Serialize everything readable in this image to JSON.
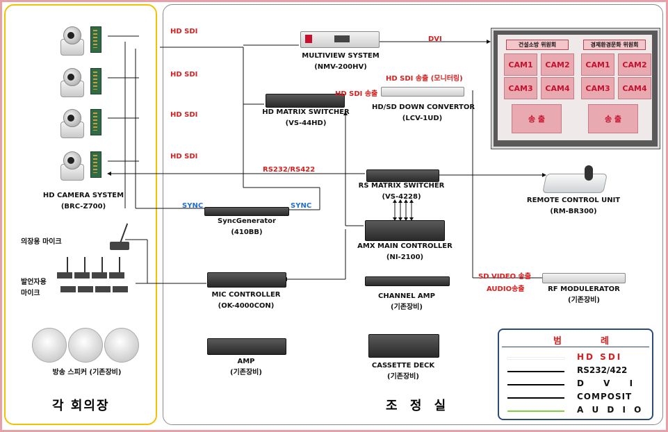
{
  "sections": {
    "left_title": "각 회의장",
    "right_title": "조 정 실"
  },
  "signals": {
    "hd_sdi_1": "HD SDI",
    "hd_sdi_2": "HD SDI",
    "hd_sdi_3": "HD SDI",
    "hd_sdi_4": "HD SDI",
    "dvi": "DVI",
    "hd_sdi_send_monitor": "HD SDI 송출 (모니터링)",
    "hd_sdi_send": "HD SDI 송출",
    "rs232": "RS232/RS422",
    "sync_left": "SYNC",
    "sync_right": "SYNC",
    "sd_video_send": "SD VIDEO 송출",
    "audio_send": "AUDIO송출"
  },
  "devices": {
    "camera": {
      "name": "HD CAMERA SYSTEM",
      "model": "(BRC-Z700)"
    },
    "multiview": {
      "name": "MULTIVIEW SYSTEM",
      "model": "(NMV-200HV)"
    },
    "matrix_hd": {
      "name": "HD MATRIX SWITCHER",
      "model": "(VS-44HD)"
    },
    "down_conv": {
      "name": "HD/SD DOWN CONVERTOR",
      "model": "(LCV-1UD)"
    },
    "rs_matrix": {
      "name": "RS MATRIX SWITCHER",
      "model": "(VS-4228)"
    },
    "remote": {
      "name": "REMOTE CONTROL UNIT",
      "model": "(RM-BR300)"
    },
    "sync_gen": {
      "name": "SyncGenerator",
      "model": "(410BB)"
    },
    "amx": {
      "name": "AMX MAIN CONTROLLER",
      "model": "(NI-2100)"
    },
    "mic_ctrl": {
      "name": "MIC CONTROLLER",
      "model": "(OK-4000CON)"
    },
    "channel_amp": {
      "name": "CHANNEL AMP",
      "model": "(기존장비)"
    },
    "rf_mod": {
      "name": "RF MODULERATOR",
      "model": "(기존장비)"
    },
    "amp": {
      "name": "AMP",
      "model": "(기존장비)"
    },
    "cassette": {
      "name": "CASSETTE DECK",
      "model": "(기존장비)"
    }
  },
  "room": {
    "chair_mic": "의장용 마이크",
    "speaker_mic_1": "발언자용",
    "speaker_mic_2": "마이크",
    "speakers": "방송 스피커 (기존장비)"
  },
  "monitor": {
    "title_left": "건설소방 위원회",
    "title_right": "경제환경문화 위원회",
    "tiles": [
      "CAM1",
      "CAM2",
      "CAM3",
      "CAM4",
      "CAM1",
      "CAM2",
      "CAM3",
      "CAM4"
    ],
    "broadcast_left": "송 출",
    "broadcast_right": "송 출"
  },
  "legend": {
    "title_1": "범",
    "title_2": "례",
    "items": [
      "HD SDI",
      "RS232/422",
      "D V I",
      "COMPOSIT",
      "A U D I O"
    ],
    "colors": [
      "#ffffff",
      "#000000",
      "#000000",
      "#000000",
      "#7fd13b"
    ]
  },
  "colors": {
    "hd_sdi_text": "#d81e1e",
    "sync_text": "#1f6fd1",
    "left_panel_border": "#f2c200",
    "audio_line": "#7fd13b"
  }
}
